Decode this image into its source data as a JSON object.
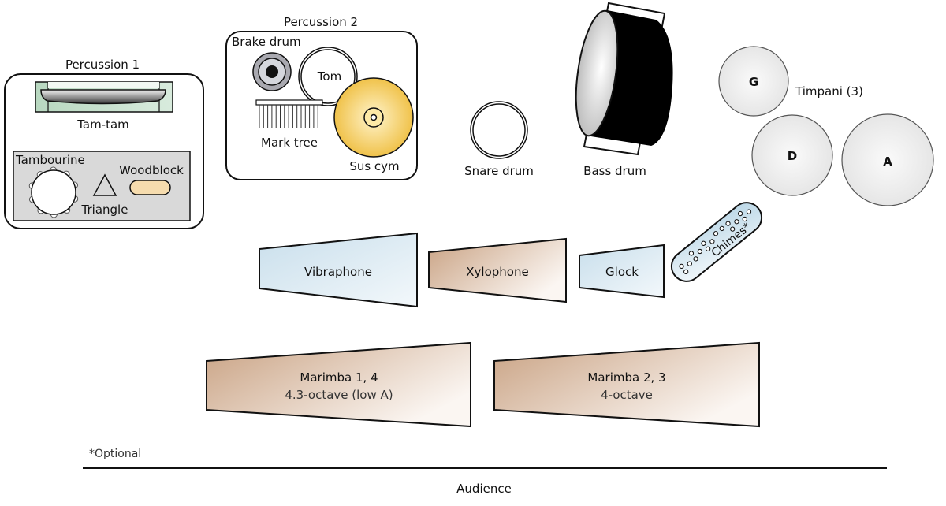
{
  "title": "Percussion ensemble stage setup",
  "groups": {
    "percussion1": {
      "label": "Percussion 1",
      "instruments": {
        "tamtam": "Tam-tam",
        "tambourine": "Tambourine",
        "triangle": "Triangle",
        "woodblock": "Woodblock"
      }
    },
    "percussion2": {
      "label": "Percussion 2",
      "instruments": {
        "brake_drum": "Brake drum",
        "tom": "Tom",
        "mark_tree": "Mark tree",
        "sus_cym": "Sus cym"
      }
    }
  },
  "drums": {
    "snare": "Snare drum",
    "bass": "Bass drum"
  },
  "timpani": {
    "label": "Timpani (3)",
    "pitches": [
      "G",
      "D",
      "A"
    ]
  },
  "keyboards": {
    "vibraphone": "Vibraphone",
    "xylophone": "Xylophone",
    "glock": "Glock",
    "chimes": "Chimes*"
  },
  "marimbas": [
    {
      "name": "Marimba 1, 4",
      "range": "4.3-octave (low A)"
    },
    {
      "name": "Marimba 2, 3",
      "range": "4-octave"
    }
  ],
  "footnote": "*Optional",
  "audience": "Audience",
  "colors": {
    "vibe_blue": "#cfe3ee",
    "wood_tan": "#c9a488",
    "cymbal_gold": "#f0c24a",
    "tamtam_green": "#c6e0cc",
    "woodblock": "#f6dcae",
    "tray_grey": "#d9d9d9",
    "timpani": "#ececec"
  }
}
